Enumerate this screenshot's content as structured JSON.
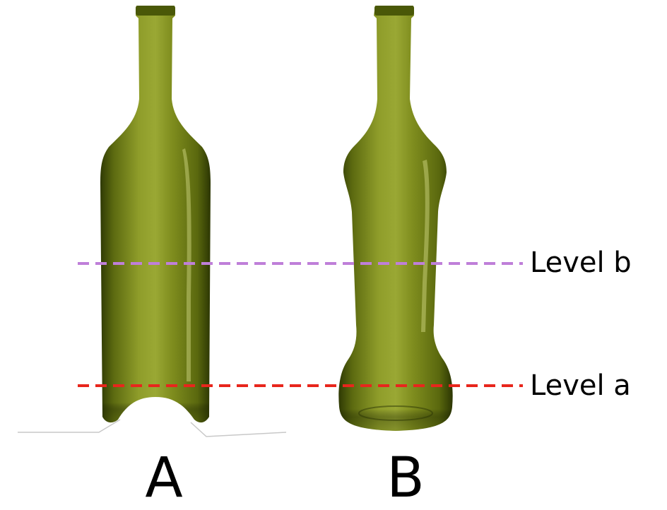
{
  "bottles": [
    {
      "label": "A"
    },
    {
      "label": "B"
    }
  ],
  "levels": [
    {
      "label": "Level b",
      "color": "#bf7fd9"
    },
    {
      "label": "Level a",
      "color": "#e8261c"
    }
  ],
  "colors": {
    "glass_dark": "#3d4a06",
    "glass_mid": "#6e7d16",
    "glass_light": "#a8b43c",
    "surface": "#c8c8c8"
  }
}
